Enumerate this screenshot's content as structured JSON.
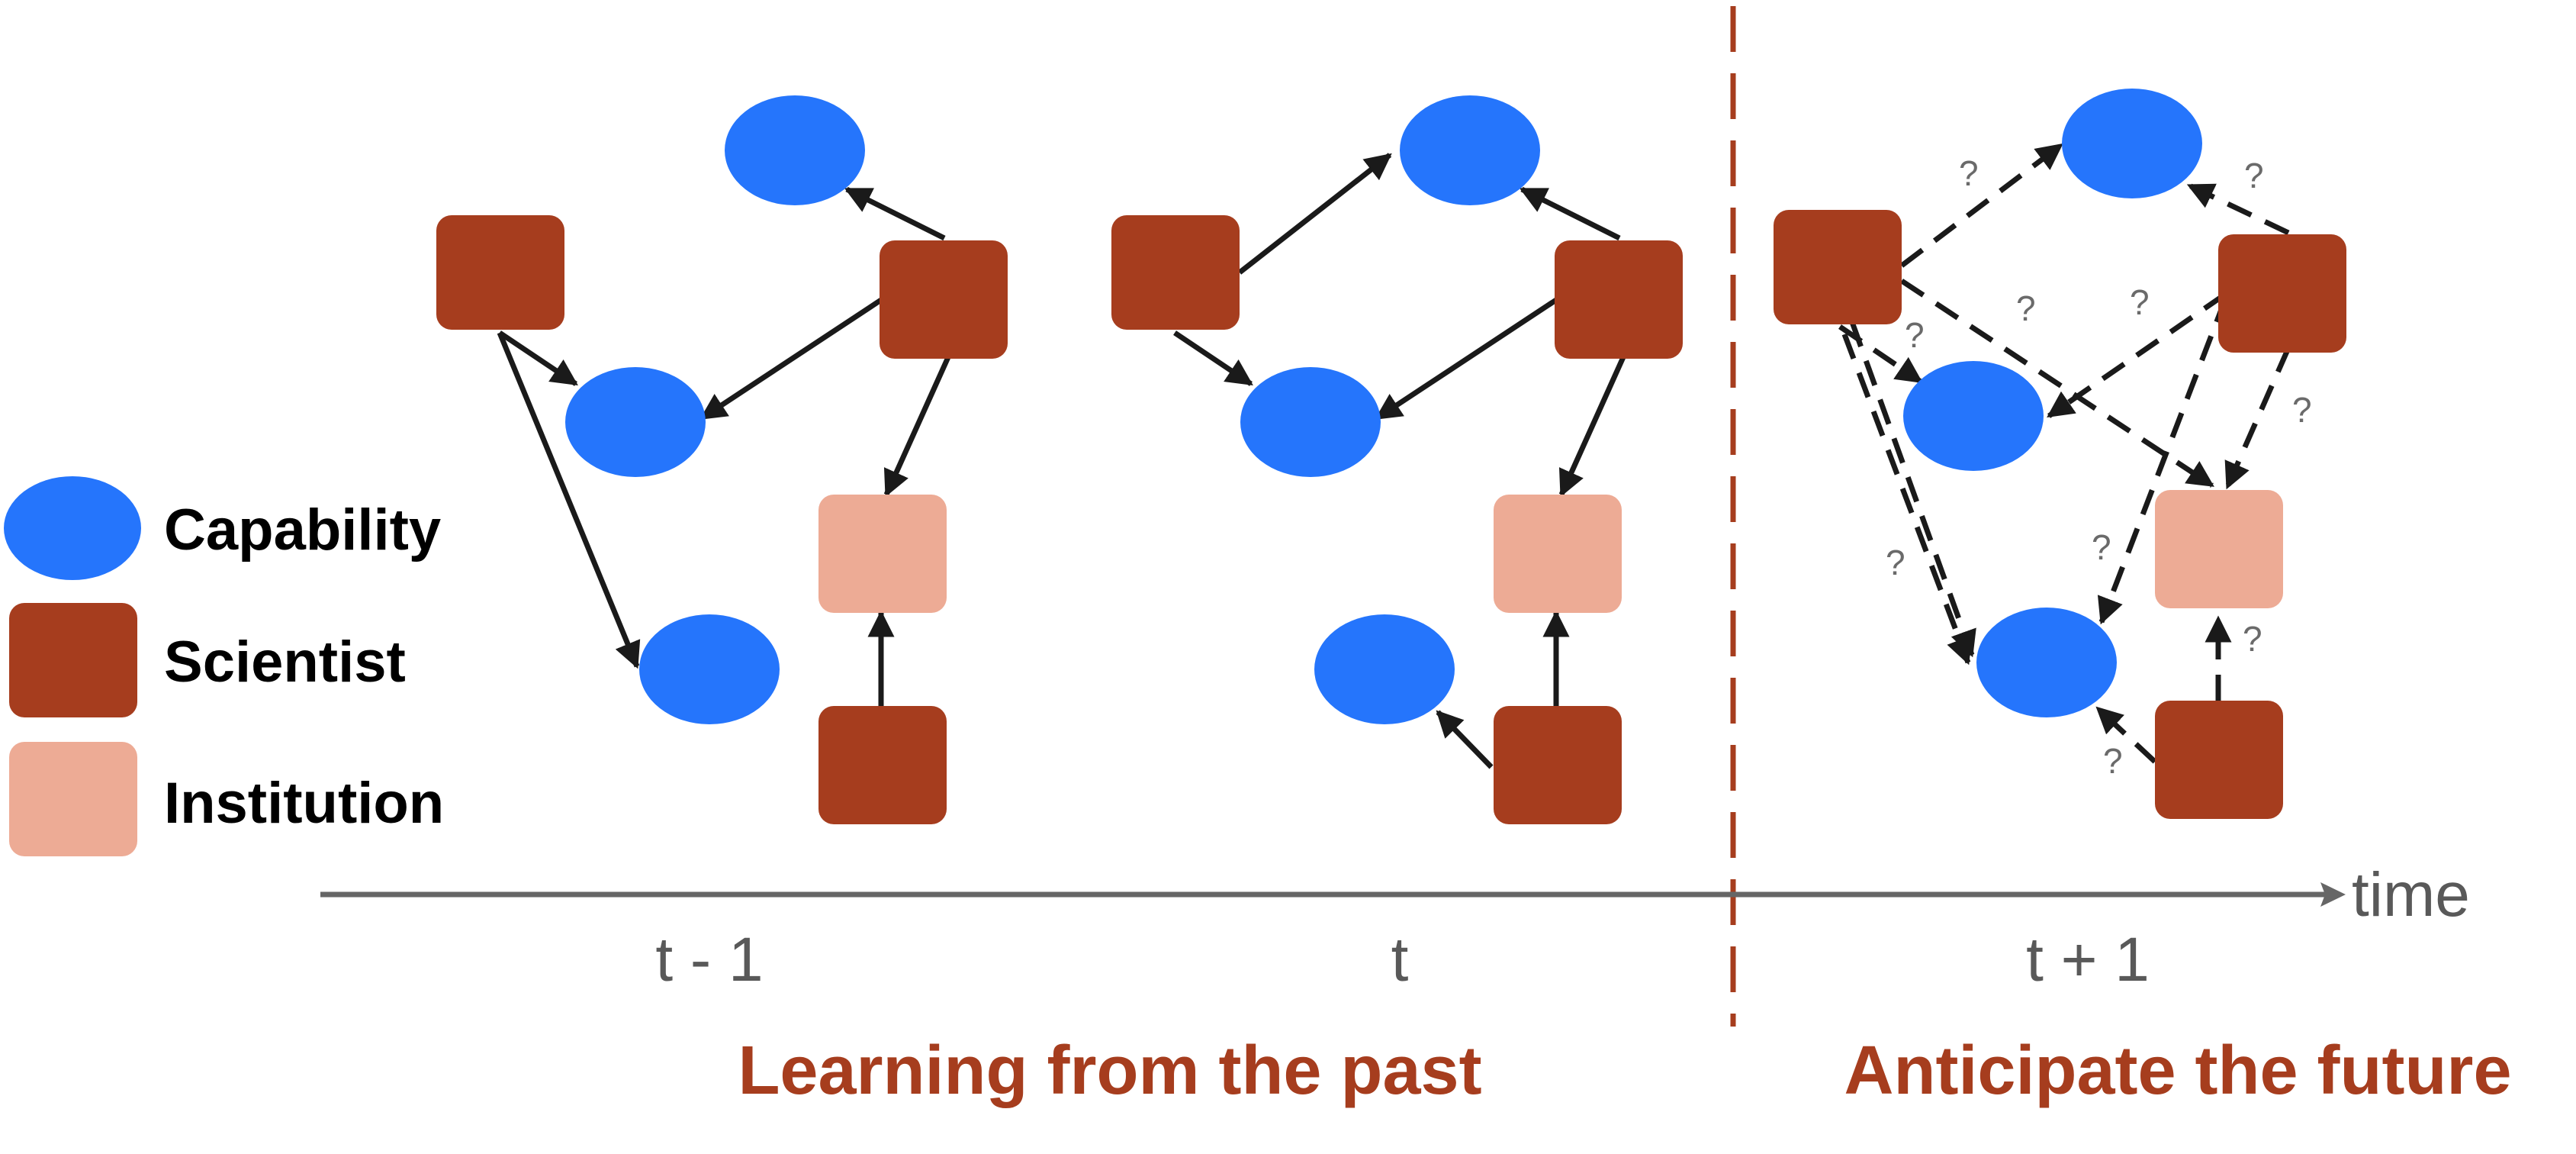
{
  "colors": {
    "capability": "#2575fc",
    "scientist": "#a63d1e",
    "institution": "#edab95",
    "edge": "#1a1a1a",
    "axis": "#666666",
    "divider": "#a63d1e",
    "period_label": "#a63d1e"
  },
  "legend": {
    "capability": "Capability",
    "scientist": "Scientist",
    "institution": "Institution"
  },
  "axis": {
    "label": "time",
    "ticks": [
      "t - 1",
      "t",
      "t + 1"
    ]
  },
  "periods": {
    "past": "Learning from the past",
    "future": "Anticipate the future"
  },
  "question_mark": "?"
}
